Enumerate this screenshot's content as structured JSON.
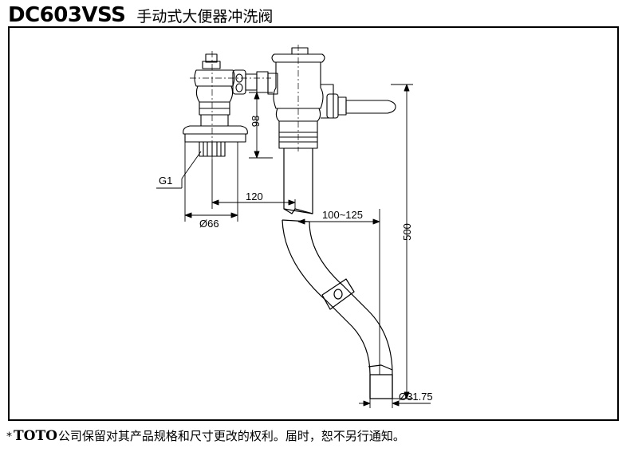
{
  "header": {
    "model": "DC603VSS",
    "product_name": "手动式大便器冲洗阀"
  },
  "dimensions": {
    "d98": "98",
    "g1": "G1",
    "d120": "120",
    "d66": "Ø66",
    "d100_125": "100~125",
    "d500": "500",
    "d31_75": "Ø31.75"
  },
  "footer": {
    "star": "*",
    "brand": "TOTO",
    "notice": "公司保留对其产品规格和尺寸更改的权利。届时，恕不另行通知。"
  }
}
